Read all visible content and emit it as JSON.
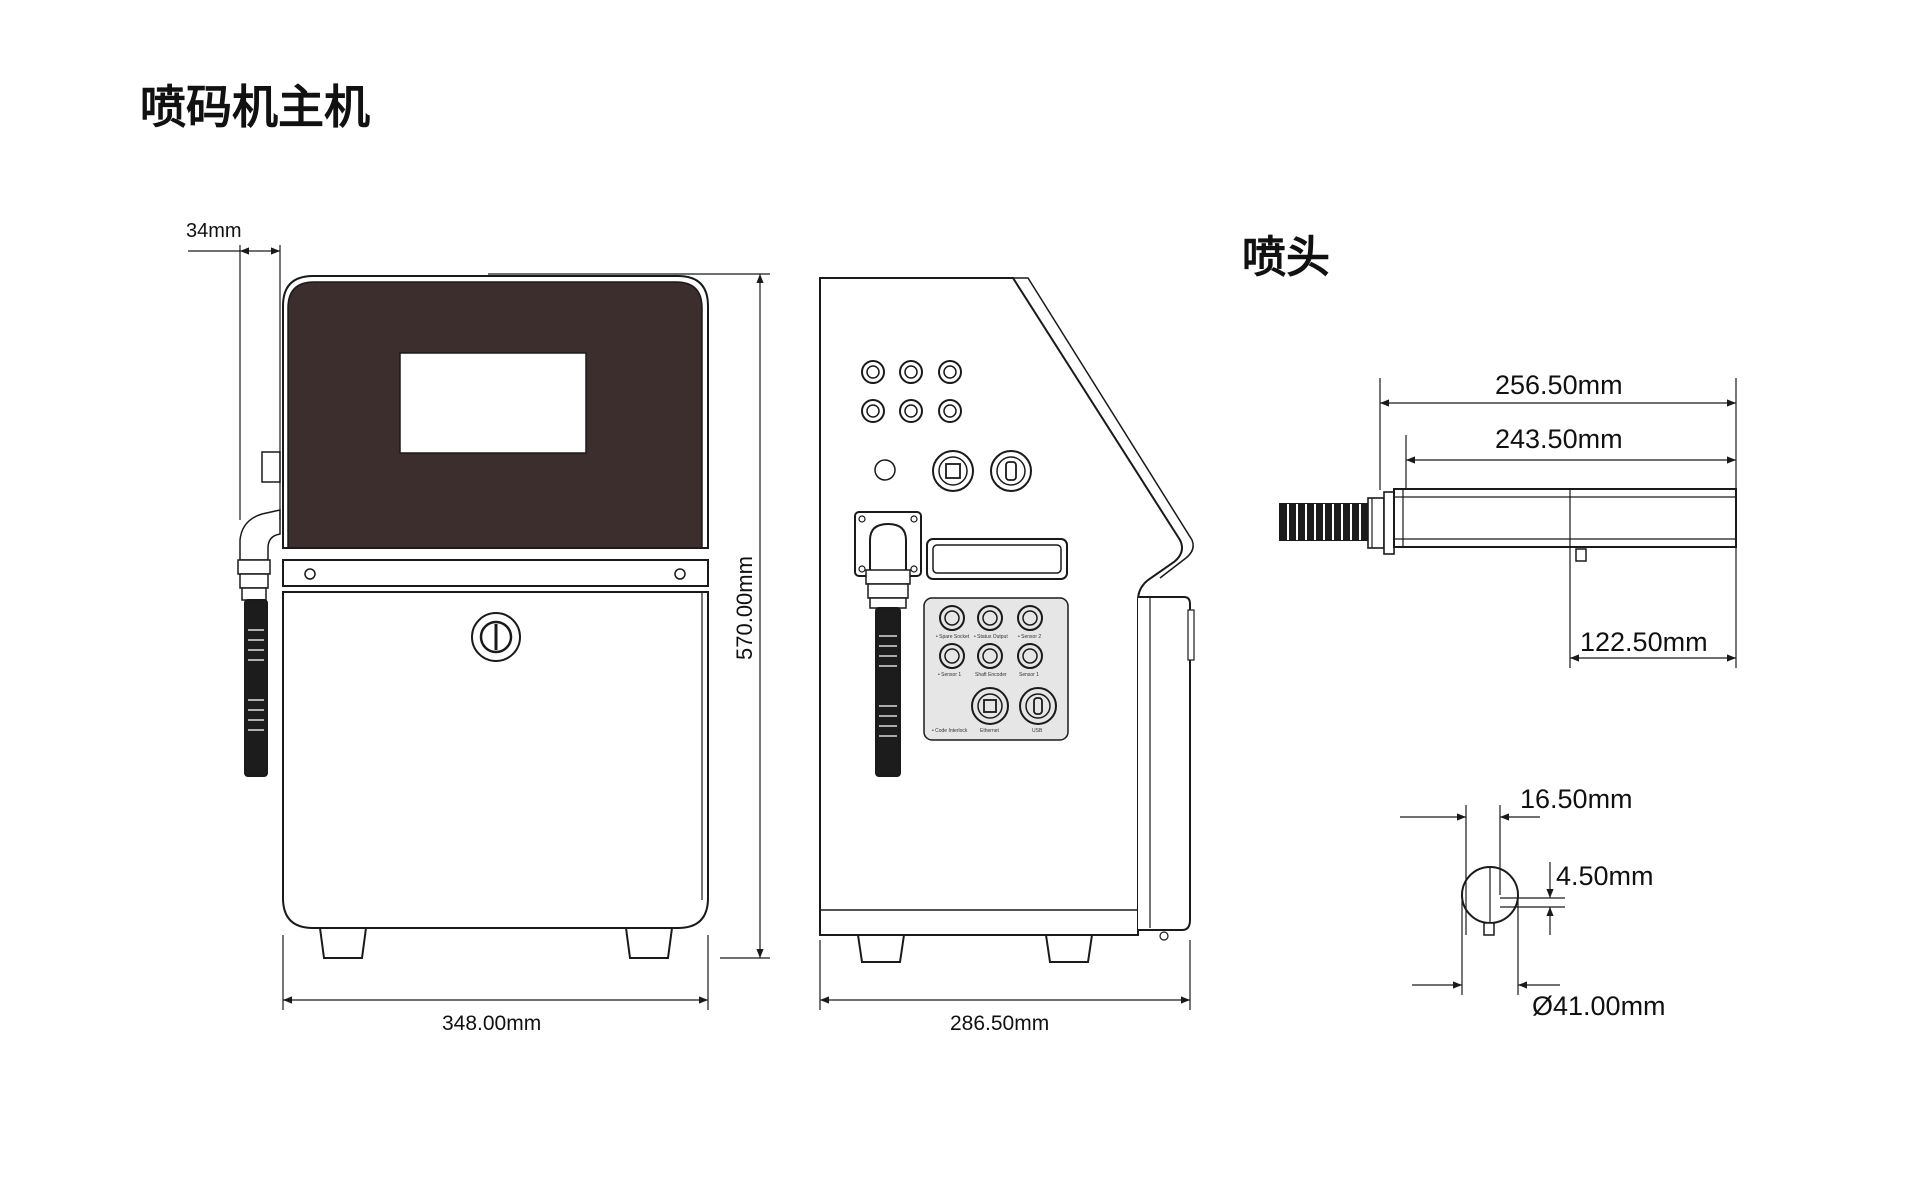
{
  "titles": {
    "main_unit": "喷码机主机",
    "nozzle": "喷头"
  },
  "dimensions": {
    "side_offset": "34mm",
    "height": "570.00mm",
    "front_width": "348.00mm",
    "side_depth": "286.50mm",
    "nozzle_total_length": "256.50mm",
    "nozzle_body_length": "243.50mm",
    "nozzle_outlet_offset": "122.50mm",
    "nozzle_width_end": "16.50mm",
    "nozzle_outlet_height": "4.50mm",
    "nozzle_diameter": "Ø41.00mm"
  },
  "panel_labels": {
    "row1": [
      "• Spare Socket",
      "• Status Output",
      "• Sensor 2"
    ],
    "row2": [
      "• Sensor 1",
      "Shaft Encoder",
      "Sensor 1"
    ],
    "row3": [
      "• Code Interlock",
      "Ethernet",
      "USB"
    ]
  },
  "colors": {
    "line": "#1a1a1a",
    "screen_panel": "#3b2e2d",
    "cable": "#1c1c1c",
    "connector_panel": "#e6e6e6",
    "background": "#ffffff"
  }
}
